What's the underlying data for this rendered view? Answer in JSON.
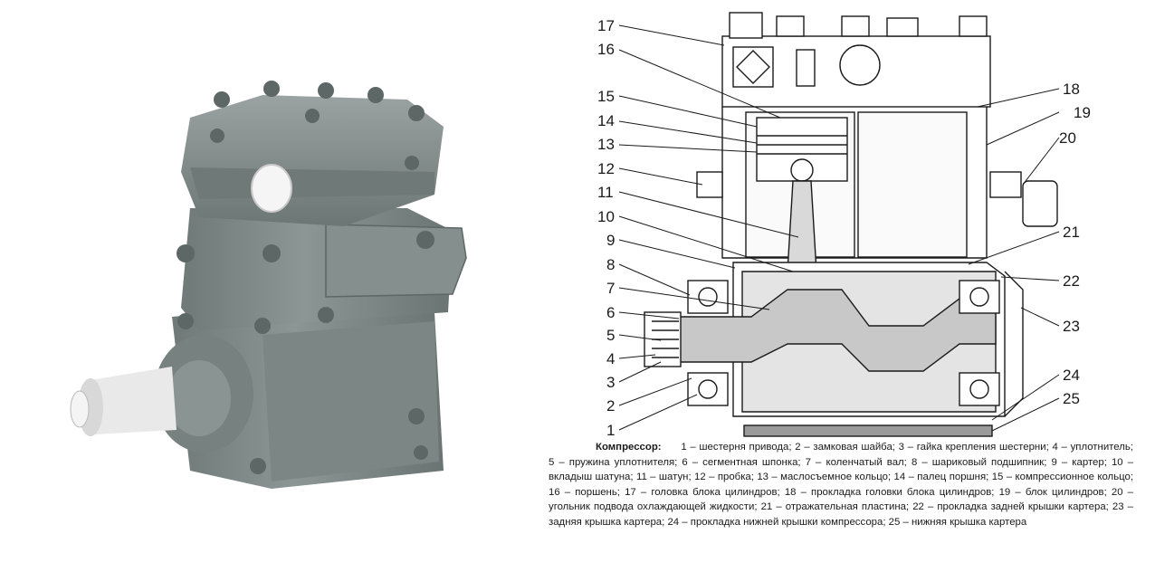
{
  "diagram": {
    "callouts": {
      "left": [
        "17",
        "16",
        "15",
        "14",
        "13",
        "12",
        "11",
        "10",
        "9",
        "8",
        "7",
        "6",
        "5",
        "4",
        "3",
        "2",
        "1"
      ],
      "right": [
        "18",
        "19",
        "20",
        "21",
        "22",
        "23",
        "24",
        "25"
      ]
    }
  },
  "caption": {
    "title": "Компрессор:",
    "items": [
      "1 – шестерня привода;",
      "2 – замковая шайба;",
      "3 – гайка крепления шестерни;",
      "4 – уплотнитель;",
      "5 – пружина уплотнителя;",
      "6 – сегментная шпонка;",
      "7 – коленчатый вал;",
      "8 – шариковый подшипник;",
      "9 – картер;",
      "10 – вкладыш шатуна;",
      "11 – шатун;",
      "12 – пробка;",
      "13 – маслосъемное кольцо;",
      "14 – палец поршня;",
      "15 – компрессионное кольцо;",
      "16 – поршень;",
      "17 – головка блока цилиндров;",
      "18 – прокладка головки блока цилиндров;",
      "19 – блок цилиндров;",
      "20 – угольник подвода охлаждающей жидкости;",
      "21 – отражательная пластина;",
      "22 – прокладка задней крышки картера;",
      "23 – задняя крышка картера;",
      "24 – прокладка нижней крышки компрессора;",
      "25 – нижняя крышка картера"
    ]
  },
  "colors": {
    "body_gray": "#7f8a89",
    "body_dark": "#5d6766",
    "body_light": "#a3acab",
    "plug_white": "#f2f2f2",
    "ink": "#1a1a1a"
  }
}
